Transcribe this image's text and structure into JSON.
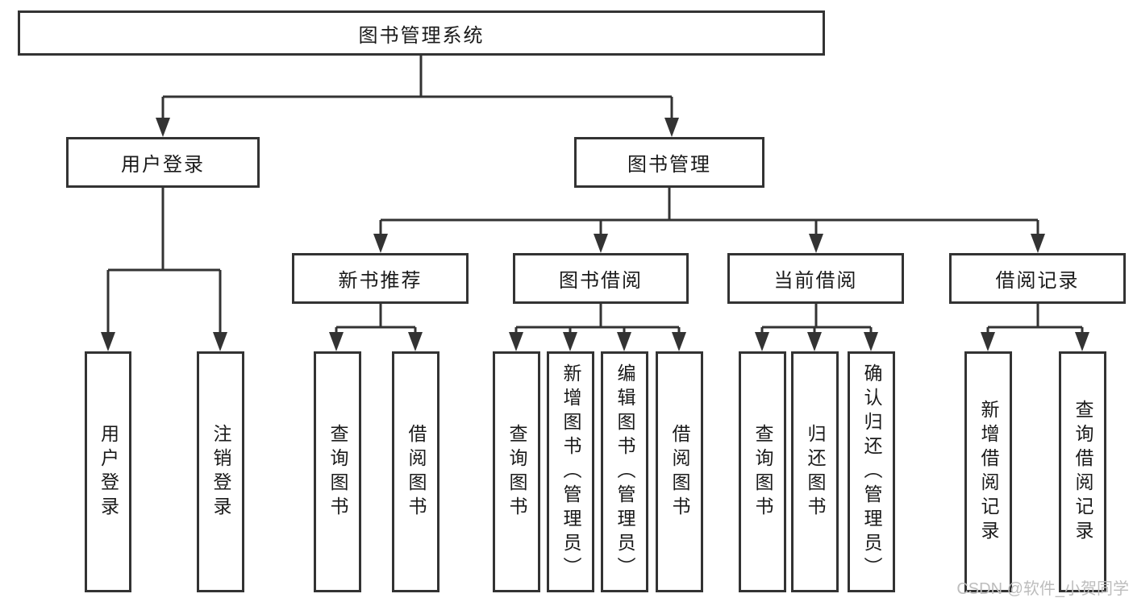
{
  "colors": {
    "line": "#333333",
    "box_border": "#333333",
    "text": "#1a1a1a",
    "watermark": "#bdbdbd",
    "background": "#ffffff"
  },
  "watermark": {
    "text": "CSDN @软件_小贺同学"
  },
  "diagram": {
    "type": "hierarchy-tree",
    "root": {
      "label": "图书管理系统",
      "children": [
        {
          "label": "用户登录",
          "children": [
            {
              "label": "用户登录"
            },
            {
              "label": "注销登录"
            }
          ]
        },
        {
          "label": "图书管理",
          "children": [
            {
              "label": "新书推荐",
              "children": [
                {
                  "label": "查询图书"
                },
                {
                  "label": "借阅图书"
                }
              ]
            },
            {
              "label": "图书借阅",
              "children": [
                {
                  "label": "查询图书"
                },
                {
                  "label": "新增图书（管理员）"
                },
                {
                  "label": "编辑图书（管理员）"
                },
                {
                  "label": "借阅图书"
                }
              ]
            },
            {
              "label": "当前借阅",
              "children": [
                {
                  "label": "查询图书"
                },
                {
                  "label": "归还图书"
                },
                {
                  "label": "确认归还（管理员）"
                }
              ]
            },
            {
              "label": "借阅记录",
              "children": [
                {
                  "label": "新增借阅记录"
                },
                {
                  "label": "查询借阅记录"
                }
              ]
            }
          ]
        }
      ]
    }
  }
}
